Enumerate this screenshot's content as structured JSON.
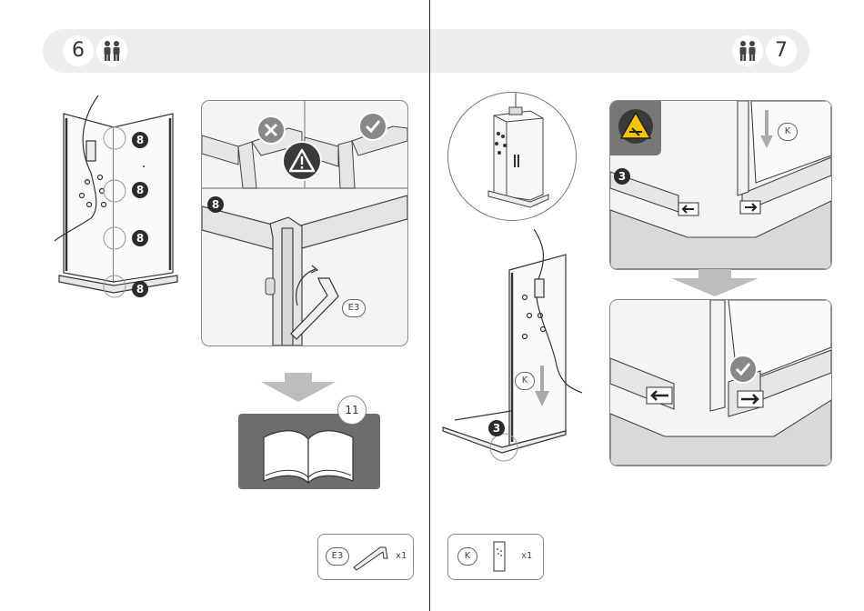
{
  "steps": {
    "left": {
      "number": "6",
      "people_icon": "two-people-icon"
    },
    "right": {
      "number": "7",
      "people_icon": "two-people-icon"
    }
  },
  "markers": {
    "screw_8": "8",
    "part_3": "3"
  },
  "left": {
    "detail_tag": "E3",
    "page_reference": "11",
    "parts": {
      "tag": "E3",
      "quantity": "x1",
      "icon": "allen-key-icon"
    },
    "status_icons": [
      "wrong-icon",
      "ok-icon",
      "warning-icon"
    ]
  },
  "right": {
    "detail_tag": "K",
    "overview_tag": "K",
    "parts": {
      "tag": "K",
      "quantity": "x1",
      "icon": "shower-panel-icon"
    },
    "status_icons": [
      "pinch-hazard-icon",
      "ok-icon"
    ]
  },
  "colors": {
    "band": "#eeeeee",
    "panel_bg": "#f4f4f4",
    "dark": "#2b2b2b",
    "warning_yellow": "#f5c400",
    "arrow_gray": "#bdbdbd",
    "manual_bg": "#6d6d6d"
  }
}
